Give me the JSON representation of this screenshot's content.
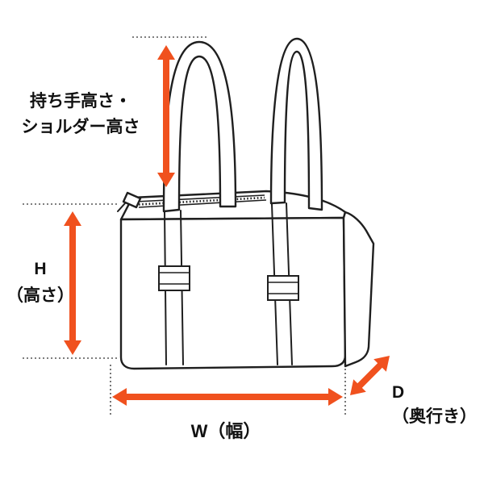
{
  "diagram": {
    "kind": "bag-dimension-diagram",
    "labels": {
      "handle_height": "持ち手高さ・\nショルダー高さ",
      "height": "H\n（高さ）",
      "width": "W（幅）",
      "depth": "D\n（奥行き）"
    },
    "colors": {
      "arrow": "#f0511e",
      "line": "#1f1f1f",
      "guide": "#555555",
      "background": "#ffffff"
    }
  }
}
